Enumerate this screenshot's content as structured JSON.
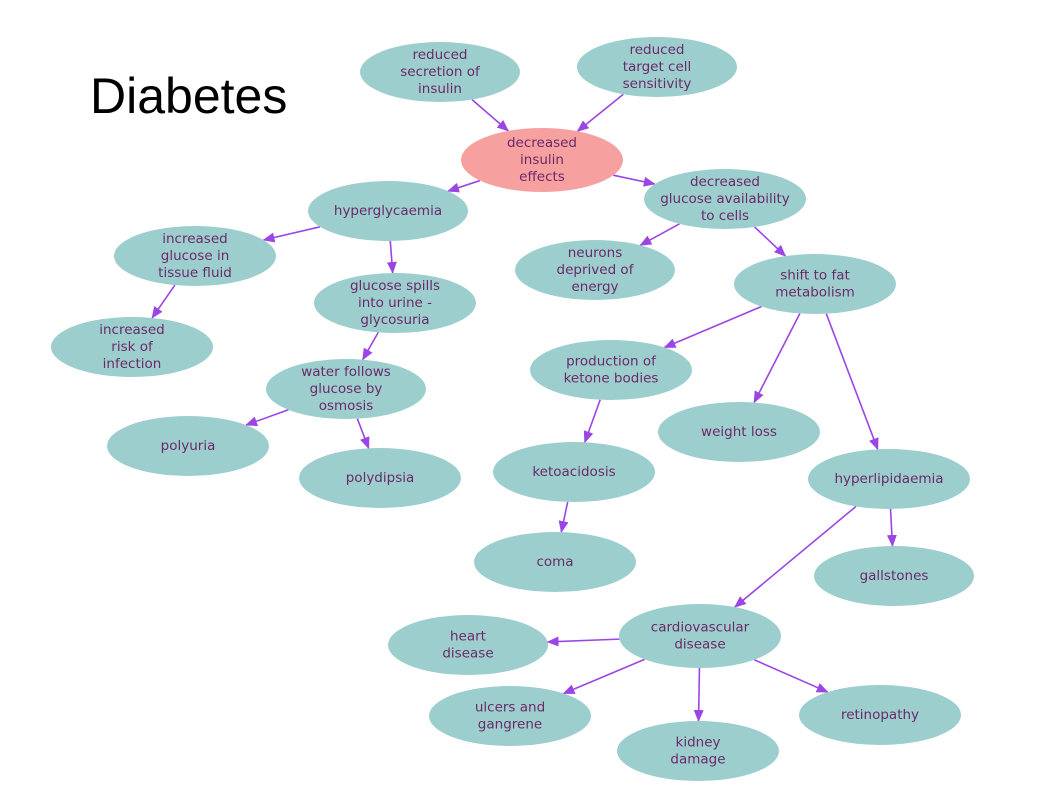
{
  "title": "Diabetes",
  "colors": {
    "node_fill": "#9dcece",
    "node_fill_highlight": "#f7a0a0",
    "label_text": "#6a2a6a",
    "arrow": "#9b45e6"
  },
  "nodes": [
    {
      "id": "reduced-secretion",
      "lines": [
        "reduced",
        "secretion of",
        "insulin"
      ]
    },
    {
      "id": "reduced-sensitivity",
      "lines": [
        "reduced",
        "target cell",
        "sensitivity"
      ]
    },
    {
      "id": "decreased-insulin",
      "lines": [
        "decreased",
        "insulin",
        "effects"
      ],
      "highlight": true
    },
    {
      "id": "hyperglycaemia",
      "lines": [
        "hyperglycaemia"
      ]
    },
    {
      "id": "decreased-glucose",
      "lines": [
        "decreased",
        "glucose availability",
        "to cells"
      ]
    },
    {
      "id": "increased-glucose",
      "lines": [
        "increased",
        "glucose in",
        "tissue fluid"
      ]
    },
    {
      "id": "glucose-spills",
      "lines": [
        "glucose spills",
        "into urine -",
        "glycosuria"
      ]
    },
    {
      "id": "neurons",
      "lines": [
        "neurons",
        "deprived of",
        "energy"
      ]
    },
    {
      "id": "shift-fat",
      "lines": [
        "shift to fat",
        "metabolism"
      ]
    },
    {
      "id": "increased-risk",
      "lines": [
        "increased",
        "risk of",
        "infection"
      ]
    },
    {
      "id": "water-follows",
      "lines": [
        "water follows",
        "glucose by",
        "osmosis"
      ]
    },
    {
      "id": "ketone-bodies",
      "lines": [
        "production of",
        "ketone bodies"
      ]
    },
    {
      "id": "polyuria",
      "lines": [
        "polyuria"
      ]
    },
    {
      "id": "weight-loss",
      "lines": [
        "weight loss"
      ]
    },
    {
      "id": "polydipsia",
      "lines": [
        "polydipsia"
      ]
    },
    {
      "id": "ketoacidosis",
      "lines": [
        "ketoacidosis"
      ]
    },
    {
      "id": "hyperlipidaemia",
      "lines": [
        "hyperlipidaemia"
      ]
    },
    {
      "id": "coma",
      "lines": [
        "coma"
      ]
    },
    {
      "id": "gallstones",
      "lines": [
        "gallstones"
      ]
    },
    {
      "id": "cardiovascular",
      "lines": [
        "cardiovascular",
        "disease"
      ]
    },
    {
      "id": "heart-disease",
      "lines": [
        "heart",
        "disease"
      ]
    },
    {
      "id": "ulcers",
      "lines": [
        "ulcers and",
        "gangrene"
      ]
    },
    {
      "id": "retinopathy",
      "lines": [
        "retinopathy"
      ]
    },
    {
      "id": "kidney",
      "lines": [
        "kidney",
        "damage"
      ]
    }
  ],
  "edges": [
    {
      "from": "reduced-secretion",
      "to": "decreased-insulin"
    },
    {
      "from": "reduced-sensitivity",
      "to": "decreased-insulin"
    },
    {
      "from": "decreased-insulin",
      "to": "hyperglycaemia"
    },
    {
      "from": "decreased-insulin",
      "to": "decreased-glucose"
    },
    {
      "from": "hyperglycaemia",
      "to": "increased-glucose"
    },
    {
      "from": "hyperglycaemia",
      "to": "glucose-spills"
    },
    {
      "from": "decreased-glucose",
      "to": "neurons"
    },
    {
      "from": "decreased-glucose",
      "to": "shift-fat"
    },
    {
      "from": "increased-glucose",
      "to": "increased-risk"
    },
    {
      "from": "glucose-spills",
      "to": "water-follows"
    },
    {
      "from": "water-follows",
      "to": "polyuria"
    },
    {
      "from": "water-follows",
      "to": "polydipsia"
    },
    {
      "from": "shift-fat",
      "to": "ketone-bodies"
    },
    {
      "from": "shift-fat",
      "to": "weight-loss"
    },
    {
      "from": "shift-fat",
      "to": "hyperlipidaemia"
    },
    {
      "from": "ketone-bodies",
      "to": "ketoacidosis"
    },
    {
      "from": "ketoacidosis",
      "to": "coma"
    },
    {
      "from": "hyperlipidaemia",
      "to": "gallstones"
    },
    {
      "from": "hyperlipidaemia",
      "to": "cardiovascular"
    },
    {
      "from": "cardiovascular",
      "to": "heart-disease"
    },
    {
      "from": "cardiovascular",
      "to": "ulcers"
    },
    {
      "from": "cardiovascular",
      "to": "kidney"
    },
    {
      "from": "cardiovascular",
      "to": "retinopathy"
    }
  ]
}
